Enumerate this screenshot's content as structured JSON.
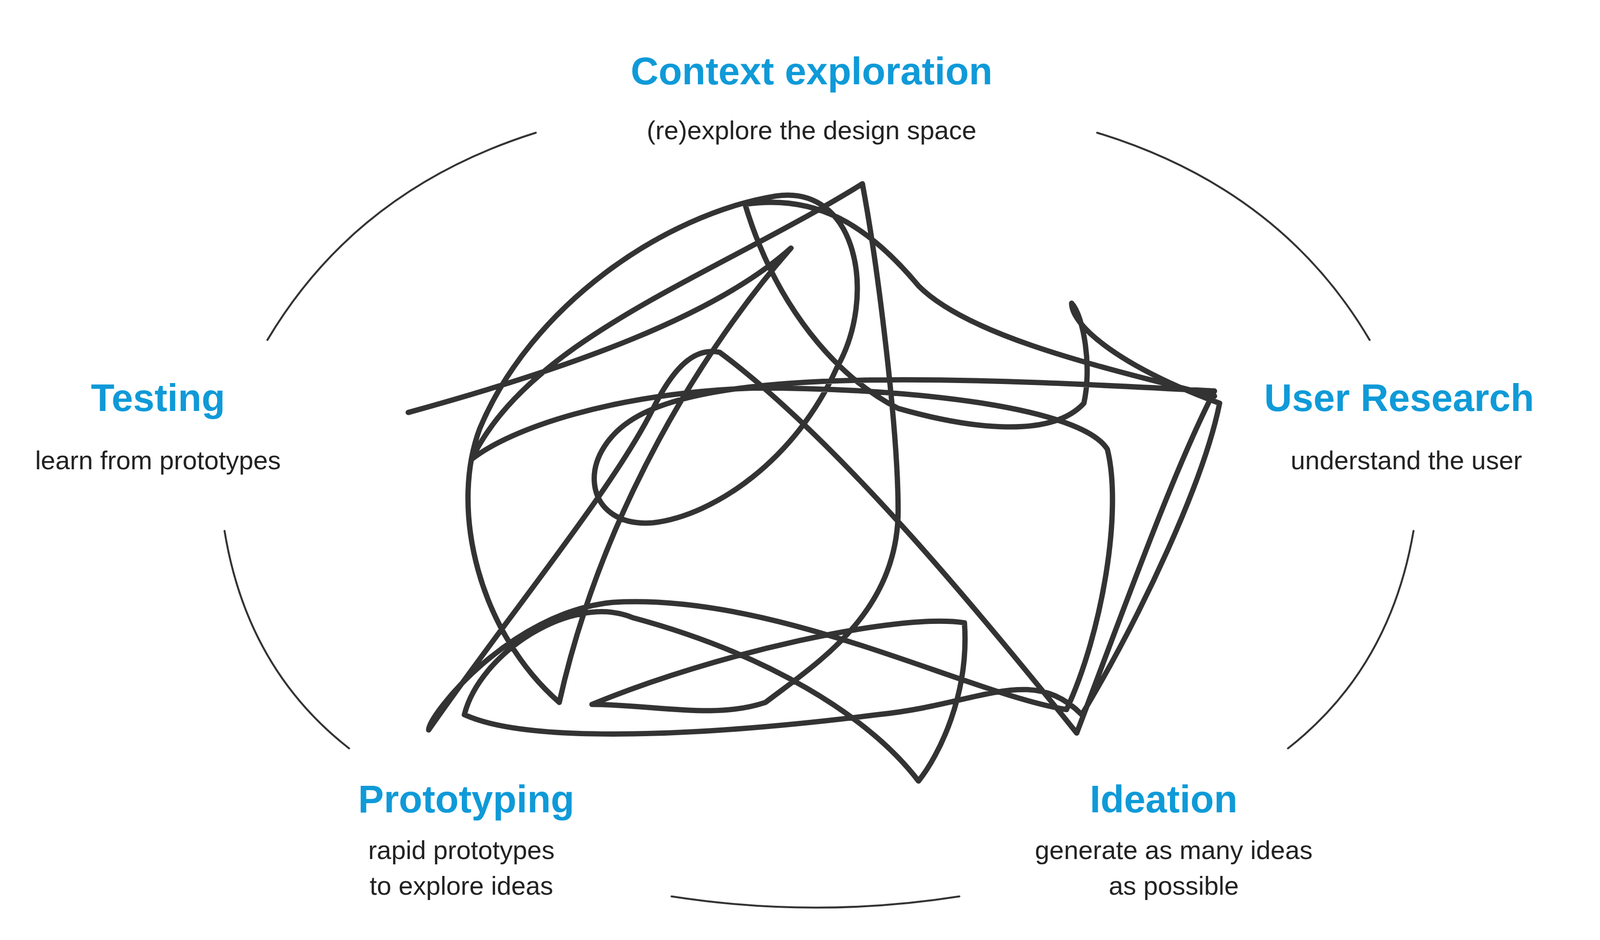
{
  "diagram": {
    "labels": [
      "Context exploration",
      "(re)explore the design space",
      "User Research",
      "understand the user",
      "Ideation",
      "generate as many ideas as possible",
      "Prototyping",
      "rapid prototypes to explore ideas",
      "Testing",
      "learn from prototypes"
    ]
  }
}
